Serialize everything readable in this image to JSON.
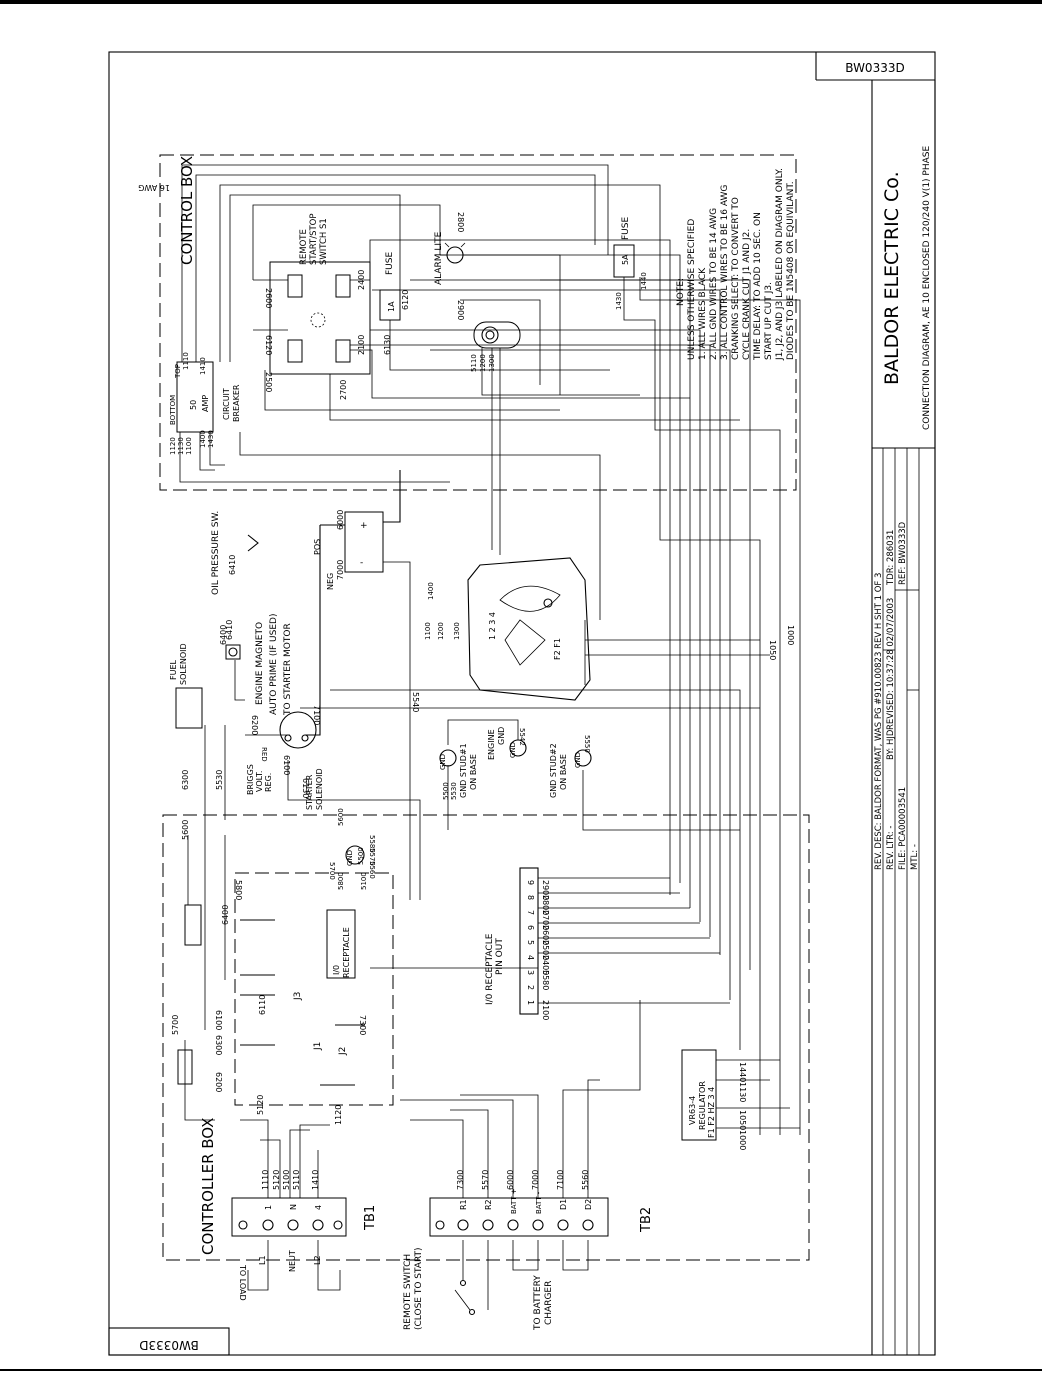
{
  "title_block": {
    "drawing_no": "BW0333D",
    "company": "BALDOR ELECTRIC Co.",
    "description": "CONNECTION DIAGRAM, AE 10 ENCLOSED 120/240 V(1) PHASE",
    "rev_desc": "REV. DESC: BALDOR FORMAT, WAS PG #910.00823 REV H SHT 1 OF 3",
    "rev_ltr": "REV. LTR: -",
    "by": "BY: HJD",
    "revised": "REVISED: 10:37:28 02/07/2003",
    "tdr": "TDR: 286031",
    "file": "FILE: PCA00003541",
    "ref": "REF: BW0333D",
    "mtl": "MTL: -"
  },
  "notes": [
    "NOTE:",
    "UNLESS OTHERWISE SPECIFIED",
    "1. ALL WIRES BLACK",
    "2. ALL GND WIRES TO BE 14 AWG",
    "3. ALL CONTROL WIRES TO BE 16 AWG",
    "CRANKING SELECT: TO CONVERT TO",
    "CYCLE CRANK CUT J1 AND J2.",
    "TIME DELAY: TO ADD 10 SEC. ON",
    "START UP CUT J3.",
    "J1, J2, AND J3 LABELED ON DIAGRAM ONLY.",
    "DIODES TO BE 1N5408 OR EQUIVILANT."
  ],
  "labels": {
    "control_box": "CONTROL BOX",
    "controller_box": "CONTROLLER BOX",
    "awg16": "16 AWG",
    "remote_switch_s1": [
      "REMOTE",
      "START/STOP",
      "SWITCH  S1"
    ],
    "fuse": "FUSE",
    "fuse_1a": "1A",
    "fuse_5a": "5A",
    "alarm_lite": "ALARM LITE",
    "circuit_breaker": [
      "50",
      "AMP",
      "CIRCUIT",
      "BREAKER"
    ],
    "bottom": "BOTTOM",
    "top": "TOP",
    "oil_pressure": "OIL PRESSURE SW.",
    "fuel_solenoid": [
      "FUEL",
      "SOLENOID"
    ],
    "engine_magneto": "ENGINE MAGNETO",
    "auto_prime": "AUTO PRIME (IF USED)",
    "to_starter": "TO STARTER MOTOR",
    "pos": "POS",
    "neg": "NEG",
    "briggs": [
      "BRIGGS",
      "VOLT.",
      "REG."
    ],
    "red": "RED",
    "starter_solenoid": [
      "STARTER",
      "SOLENOID"
    ],
    "gnd_stud1": [
      "GND  STUD#1",
      "ON  BASE"
    ],
    "engine_gnd": [
      "ENGINE",
      "GND"
    ],
    "gnd_stud2": [
      "GND  STUD#2",
      "ON  BASE"
    ],
    "io_receptacle": [
      "I/0",
      "RECEPTACLE"
    ],
    "io_pinout": [
      "I/0  RECEPTACLE",
      "PIN  OUT"
    ],
    "j1": "J1",
    "j2": "J2",
    "j3": "J3",
    "regulator": [
      "VR63-4",
      "REGULATOR"
    ],
    "reg_pins": "F1  F2  HZ  3  4",
    "remote_switch": [
      "REMOTE  SWITCH",
      "(CLOSE TO START)"
    ],
    "to_battery_charger": [
      "TO BATTERY",
      "CHARGER"
    ],
    "to_load": "TO LOAD",
    "tb1": "TB1",
    "tb2": "TB2",
    "l1": "L1",
    "neut": "NEUT",
    "l2": "L2",
    "gnd": "GND"
  },
  "wires": {
    "w1000": "1000",
    "w1050": "1050",
    "w1100": "1100",
    "w1110": "1110",
    "w1120": "1120",
    "w1130": "1130",
    "w1200": "1200",
    "w1300": "1300",
    "w1400": "1400",
    "w1410": "1410",
    "w1430": "1430",
    "w1440": "1440",
    "w2100": "2100",
    "w2400": "2400",
    "w2500": "2500",
    "w2600": "2600",
    "w2700": "2700",
    "w2800": "2800",
    "w2900": "2900",
    "w5100": "5100",
    "w5110": "5110",
    "w5120": "5120",
    "w5500": "5500",
    "w5530": "5530",
    "w5540": "5540",
    "w5542": "5542",
    "w5550": "5550",
    "w5560": "5560",
    "w5570": "5570",
    "w5580": "5580",
    "w5600": "5600",
    "w5700": "5700",
    "w5800": "5800",
    "w6000": "6000",
    "w6100": "6100",
    "w6110": "6110",
    "w6120": "6120",
    "w6130": "6130",
    "w6200": "6200",
    "w6300": "6300",
    "w6400": "6400",
    "w6410": "6410",
    "w7000": "7000",
    "w7100": "7100",
    "w7300": "7300"
  },
  "io_pins": [
    {
      "pin": "9",
      "wire": "2900"
    },
    {
      "pin": "8",
      "wire": "2800"
    },
    {
      "pin": "7",
      "wire": "2700"
    },
    {
      "pin": "6",
      "wire": "2600"
    },
    {
      "pin": "5",
      "wire": "2500"
    },
    {
      "pin": "4",
      "wire": "2400"
    },
    {
      "pin": "3",
      "wire": "5580"
    },
    {
      "pin": "2",
      "wire": ""
    },
    {
      "pin": "1",
      "wire": "2100"
    }
  ],
  "tb1_terminals": [
    {
      "label": "1",
      "wire": "1110"
    },
    {
      "label": "N",
      "wire": "5120"
    },
    {
      "label": "4",
      "wire": "1410"
    }
  ],
  "tb2_terminals": [
    {
      "label": "R1",
      "wire": "7300"
    },
    {
      "label": "R2",
      "wire": "5570"
    },
    {
      "label": "BATT +",
      "wire": "6000"
    },
    {
      "label": "BATT -",
      "wire": "7000"
    },
    {
      "label": "D1",
      "wire": "7100"
    },
    {
      "label": "D2",
      "wire": "5560"
    }
  ]
}
